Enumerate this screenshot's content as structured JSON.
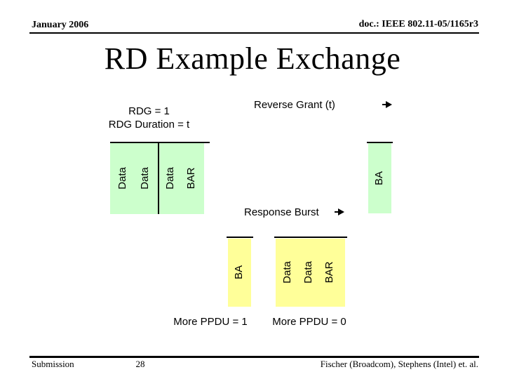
{
  "header": {
    "date": "January 2006",
    "doc_number": "doc.: IEEE 802.11-05/1165r3"
  },
  "title": "RD Example Exchange",
  "colors": {
    "initiator_fill": "#ccffcc",
    "responder_fill": "#ffff99",
    "line": "#000000"
  },
  "diagram": {
    "rdg_label_line1": "RDG = 1",
    "rdg_label_line2": "RDG Duration = t",
    "reverse_grant_label": "Reverse Grant (t)",
    "response_burst_label": "Response Burst",
    "more_ppdu_1": "More PPDU = 1",
    "more_ppdu_0": "More PPDU = 0",
    "initiator_burst": {
      "frames": [
        "Data",
        "Data",
        "Data",
        "BAR"
      ]
    },
    "initiator_final_ba": "BA",
    "responder_ba": "BA",
    "responder_burst": {
      "frames": [
        "Data",
        "Data",
        "BAR"
      ]
    }
  },
  "footer": {
    "left": "Submission",
    "page": "28",
    "right": "Fischer (Broadcom), Stephens (Intel) et. al."
  }
}
